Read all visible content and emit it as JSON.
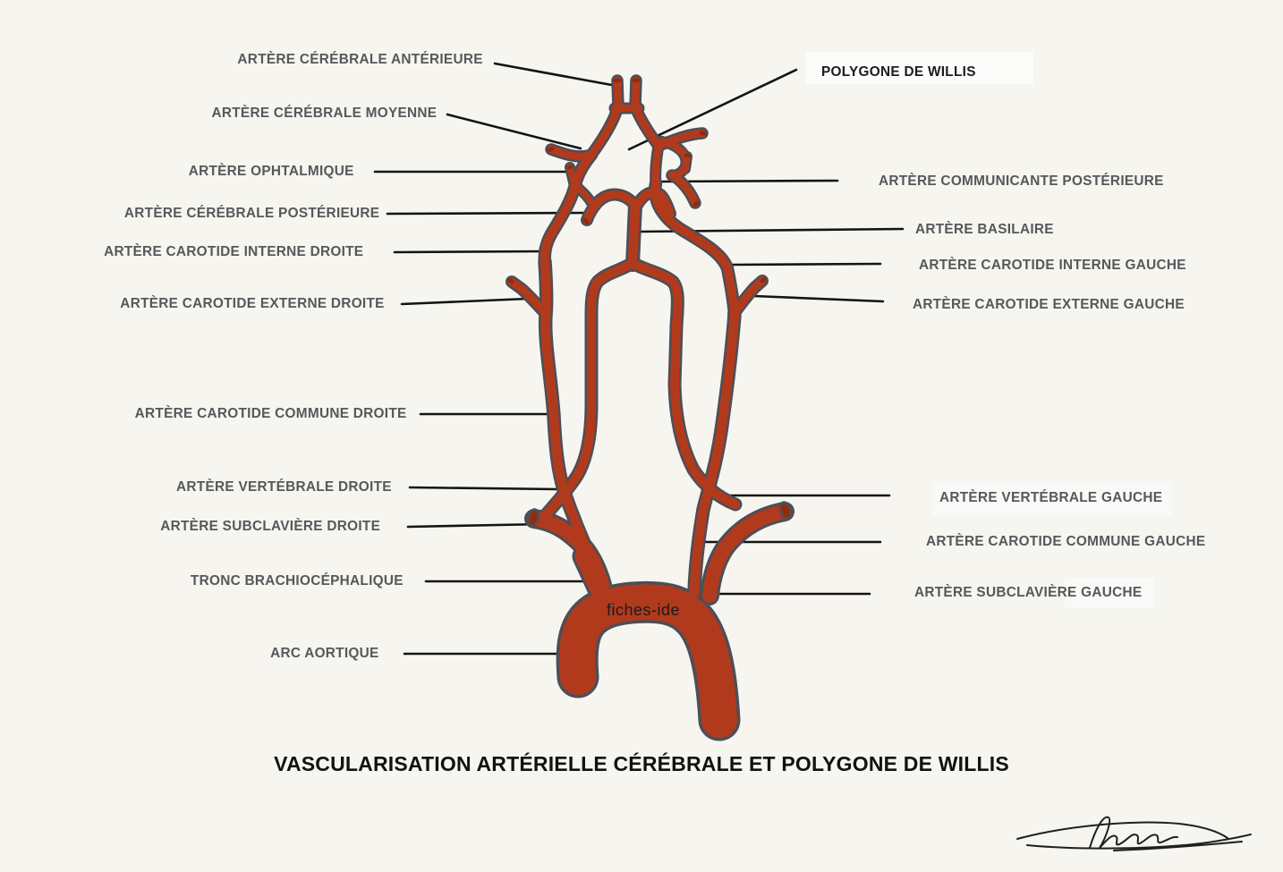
{
  "diagram": {
    "title": "VASCULARISATION ARTÉRIELLE CÉRÉBRALE ET POLYGONE DE WILLIS",
    "watermark": "fiches-ide",
    "colors": {
      "artery_fill": "#b23a1c",
      "artery_outline": "#4e4e57",
      "leader_line": "#141414",
      "background": "#f6f5ef",
      "label_text": "#57575c",
      "dark_text": "#1d1d1d"
    }
  },
  "labels": {
    "left": [
      {
        "text": "ARTÈRE CÉRÉBRALE ANTÉRIEURE"
      },
      {
        "text": "ARTÈRE CÉRÉBRALE MOYENNE"
      },
      {
        "text": "ARTÈRE OPHTALMIQUE"
      },
      {
        "text": "ARTÈRE CÉRÉBRALE POSTÉRIEURE"
      },
      {
        "text": "ARTÈRE CAROTIDE INTERNE DROITE"
      },
      {
        "text": "ARTÈRE CAROTIDE EXTERNE DROITE"
      },
      {
        "text": "ARTÈRE CAROTIDE COMMUNE DROITE"
      },
      {
        "text": "ARTÈRE VERTÉBRALE DROITE"
      },
      {
        "text": "ARTÈRE SUBCLAVIÈRE DROITE"
      },
      {
        "text": "TRONC BRACHIOCÉPHALIQUE"
      },
      {
        "text": "ARC AORTIQUE"
      }
    ],
    "right": [
      {
        "text": "POLYGONE DE WILLIS"
      },
      {
        "text": "ARTÈRE COMMUNICANTE POSTÉRIEURE"
      },
      {
        "text": "ARTÈRE BASILAIRE"
      },
      {
        "text": "ARTÈRE CAROTIDE INTERNE GAUCHE"
      },
      {
        "text": "ARTÈRE CAROTIDE EXTERNE GAUCHE"
      },
      {
        "text": "ARTÈRE VERTÉBRALE GAUCHE"
      },
      {
        "text": "ARTÈRE CAROTIDE COMMUNE GAUCHE"
      },
      {
        "text": "ARTÈRE SUBCLAVIÈRE GAUCHE"
      }
    ]
  }
}
